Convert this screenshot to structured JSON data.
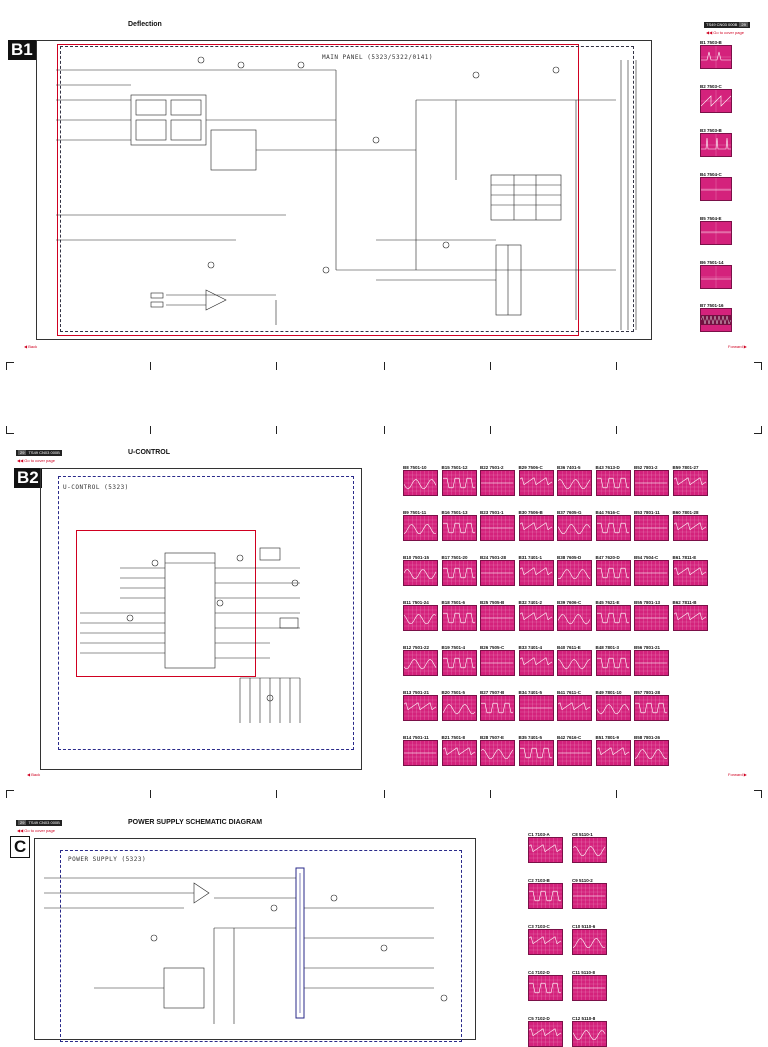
{
  "section_b1": {
    "badge": "B1",
    "title": "Deflection",
    "panel_label": "MAIN PANEL (5323/5322/0141)",
    "header": {
      "code": "TS49 CN03 000B",
      "page": "29"
    },
    "cover_link": "Go to cover page",
    "back_label": "Back",
    "forward_label": "Forward",
    "waveforms": [
      {
        "id": "B1",
        "ref": "7503-B"
      },
      {
        "id": "B2",
        "ref": "7503-C"
      },
      {
        "id": "B3",
        "ref": "7503-B"
      },
      {
        "id": "B4",
        "ref": "7504-C"
      },
      {
        "id": "B5",
        "ref": "7504-E"
      },
      {
        "id": "B6",
        "ref": "7501-14"
      },
      {
        "id": "B7",
        "ref": "7501-16"
      }
    ]
  },
  "section_b2": {
    "badge": "B2",
    "title": "U-CONTROL",
    "panel_label": "U-CONTROL (5323)",
    "header": {
      "code": "TS49 CN03 000B",
      "page": "29"
    },
    "cover_link": "Go to cover page",
    "back_label": "Back",
    "forward_label": "Forward",
    "waveforms": [
      {
        "id": "B8",
        "ref": "7501-10"
      },
      {
        "id": "B15",
        "ref": "7501-12"
      },
      {
        "id": "B22",
        "ref": "7501-2"
      },
      {
        "id": "B29",
        "ref": "7506-C"
      },
      {
        "id": "B36",
        "ref": "7401-5"
      },
      {
        "id": "B43",
        "ref": "7613-D"
      },
      {
        "id": "B52",
        "ref": "7801-2"
      },
      {
        "id": "B59",
        "ref": "7801-27"
      },
      {
        "id": "B9",
        "ref": "7501-11"
      },
      {
        "id": "B16",
        "ref": "7501-13"
      },
      {
        "id": "B23",
        "ref": "7501-1"
      },
      {
        "id": "B30",
        "ref": "7506-B"
      },
      {
        "id": "B37",
        "ref": "7605-G"
      },
      {
        "id": "B44",
        "ref": "7616-C"
      },
      {
        "id": "B53",
        "ref": "7801-11"
      },
      {
        "id": "B60",
        "ref": "7801-28"
      },
      {
        "id": "B10",
        "ref": "7501-15"
      },
      {
        "id": "B17",
        "ref": "7501-20"
      },
      {
        "id": "B24",
        "ref": "7501-28"
      },
      {
        "id": "B31",
        "ref": "7401-1"
      },
      {
        "id": "B38",
        "ref": "7605-D"
      },
      {
        "id": "B47",
        "ref": "7620-D"
      },
      {
        "id": "B54",
        "ref": "7504-C"
      },
      {
        "id": "B61",
        "ref": "7811-E"
      },
      {
        "id": "B11",
        "ref": "7501-24"
      },
      {
        "id": "B18",
        "ref": "7501-6"
      },
      {
        "id": "B25",
        "ref": "7505-B"
      },
      {
        "id": "B32",
        "ref": "7401-2"
      },
      {
        "id": "B39",
        "ref": "7606-C"
      },
      {
        "id": "B45",
        "ref": "7621-E"
      },
      {
        "id": "B55",
        "ref": "7801-13"
      },
      {
        "id": "B62",
        "ref": "7811-B"
      },
      {
        "id": "B12",
        "ref": "7501-22"
      },
      {
        "id": "B19",
        "ref": "7501-4"
      },
      {
        "id": "B26",
        "ref": "7505-C"
      },
      {
        "id": "B33",
        "ref": "7401-4"
      },
      {
        "id": "B40",
        "ref": "7611-E"
      },
      {
        "id": "B48",
        "ref": "7801-3"
      },
      {
        "id": "B56",
        "ref": "7801-21"
      },
      {
        "id": "B13",
        "ref": "7501-21"
      },
      {
        "id": "B20",
        "ref": "7501-5"
      },
      {
        "id": "B27",
        "ref": "7507-B"
      },
      {
        "id": "B34",
        "ref": "7401-5"
      },
      {
        "id": "B41",
        "ref": "7611-C"
      },
      {
        "id": "B49",
        "ref": "7801-10"
      },
      {
        "id": "B57",
        "ref": "7801-28"
      },
      {
        "id": "B14",
        "ref": "7501-11"
      },
      {
        "id": "B21",
        "ref": "7501-8"
      },
      {
        "id": "B28",
        "ref": "7507-E"
      },
      {
        "id": "B35",
        "ref": "7401-5"
      },
      {
        "id": "B42",
        "ref": "7616-C"
      },
      {
        "id": "B51",
        "ref": "7801-9"
      },
      {
        "id": "B58",
        "ref": "7801-26"
      }
    ]
  },
  "section_c": {
    "badge": "C",
    "title": "POWER SUPPLY SCHEMATIC DIAGRAM",
    "panel_label": "POWER SUPPLY (5323)",
    "header": {
      "code": "TS49 CN03 000B",
      "page": "29"
    },
    "cover_link": "Go to cover page",
    "waveforms": [
      {
        "id": "C1",
        "ref": "7103-A"
      },
      {
        "id": "C8",
        "ref": "5110-1"
      },
      {
        "id": "C2",
        "ref": "7103-B"
      },
      {
        "id": "C9",
        "ref": "5110-2"
      },
      {
        "id": "C3",
        "ref": "7103-C"
      },
      {
        "id": "C10",
        "ref": "5110-6"
      },
      {
        "id": "C4",
        "ref": "7102-D"
      },
      {
        "id": "C11",
        "ref": "5110-8"
      },
      {
        "id": "C5",
        "ref": "7102-D"
      },
      {
        "id": "C12",
        "ref": "5110-8"
      }
    ]
  },
  "colors": {
    "scope": "#d4227c",
    "accent_red": "#d00020",
    "frame": "#2a2a8a"
  },
  "icons": {
    "back": "triangle-left-icon",
    "forward": "triangle-right-icon",
    "cover": "double-chevron-left-icon"
  }
}
